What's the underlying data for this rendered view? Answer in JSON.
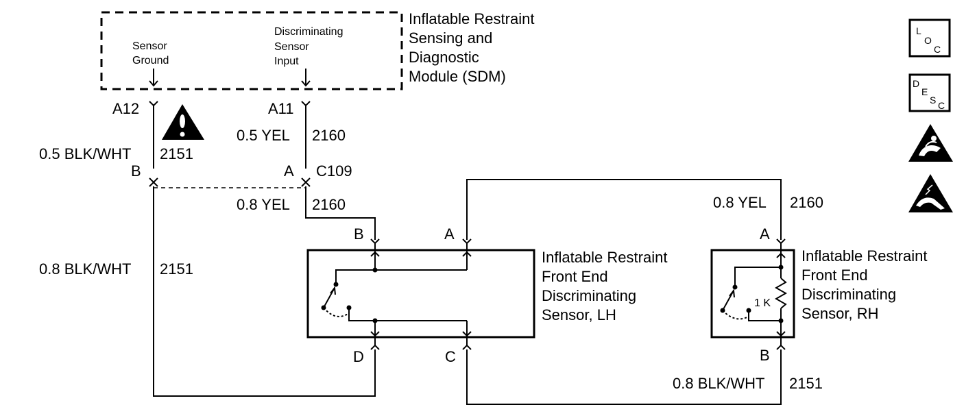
{
  "sdm": {
    "title_lines": [
      "Inflatable Restraint",
      "Sensing and",
      "Diagnostic",
      "Module (SDM)"
    ],
    "sensor_ground_lines": [
      "Sensor",
      "Ground"
    ],
    "disc_input_lines": [
      "Discriminating",
      "Sensor",
      "Input"
    ],
    "pin_a12": "A12",
    "pin_a11": "A11"
  },
  "wires": {
    "blk_05": "0.5 BLK/WHT",
    "circ_2151_top": "2151",
    "yel_05": "0.5 YEL",
    "circ_2160_top": "2160",
    "yel_08_mid": "0.8 YEL",
    "circ_2160_mid": "2160",
    "blk_08_left": "0.8 BLK/WHT",
    "circ_2151_left": "2151",
    "yel_08_right": "0.8 YEL",
    "circ_2160_right": "2160",
    "blk_08_bottom": "0.8 BLK/WHT",
    "circ_2151_bottom": "2151"
  },
  "connector_c109": {
    "label": "C109",
    "pin_b": "B",
    "pin_a": "A"
  },
  "lh_sensor": {
    "title_lines": [
      "Inflatable Restraint",
      "Front End",
      "Discriminating",
      "Sensor, LH"
    ],
    "pin_b": "B",
    "pin_a": "A",
    "pin_d": "D",
    "pin_c": "C"
  },
  "rh_sensor": {
    "title_lines": [
      "Inflatable Restraint",
      "Front End",
      "Discriminating",
      "Sensor, RH"
    ],
    "pin_a": "A",
    "pin_b": "B",
    "resistor_label": "1 K"
  },
  "legend": {
    "loc": [
      "L",
      "O",
      "C"
    ],
    "desc": [
      "D",
      "E",
      "S",
      "C"
    ]
  }
}
